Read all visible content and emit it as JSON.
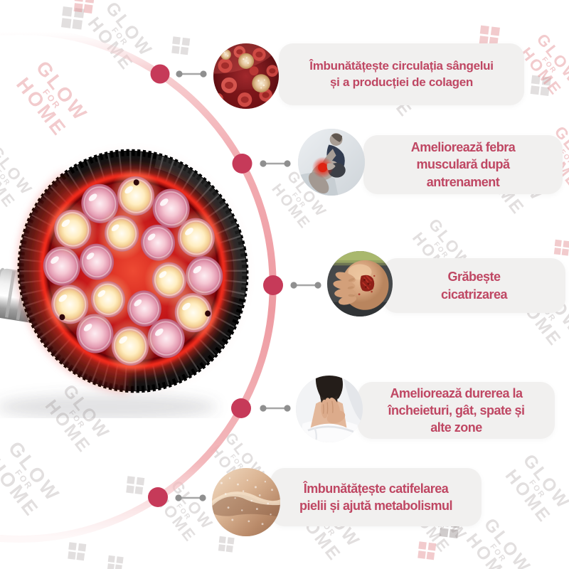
{
  "watermark": {
    "lines": [
      "GLOW",
      "FOR",
      "HOME"
    ]
  },
  "benefits": [
    {
      "image": "blood-cells",
      "label": "Îmbunătățește circulația sângelui\nși a producției de colagen"
    },
    {
      "image": "athlete-knee-pain",
      "label": "Ameliorează febra\nmusculară după\nantrenament"
    },
    {
      "image": "knee-wound-healing",
      "label": "Grăbește\ncicatrizarea"
    },
    {
      "image": "neck-back-pain",
      "label": "Ameliorează durerea la\nîncheieturi, gât, spate și\nalte zone"
    },
    {
      "image": "skin-texture",
      "label": "Îmbunătățește catifelarea\npielii și ajută metabolismul"
    }
  ],
  "colors": {
    "accent_text": "#bf4763",
    "node": "#c63a59",
    "arc": "#ee9ba2",
    "card_bg": "#f1f0ef",
    "connector": "#9a9a9a",
    "watermark_gray": "#b4acaa",
    "watermark_red": "#e18287",
    "bulb_face_red": "#c01318"
  },
  "icons": {
    "brand_mark": "four-diamonds-logo",
    "timeline": "arc-with-nodes"
  }
}
